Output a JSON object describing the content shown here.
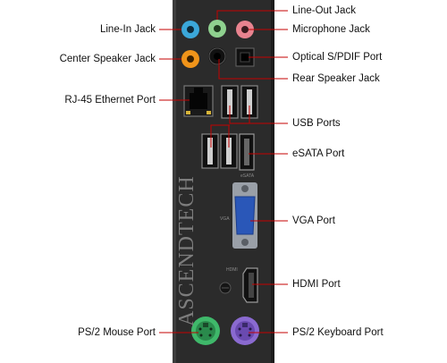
{
  "brand": "ASCENDTECH",
  "panel_markings": {
    "esata_mark": "eSATA",
    "vga_mark": "VGA",
    "hdmi_mark": "HDMI"
  },
  "labels": {
    "line_in": "Line-In Jack",
    "center_speaker": "Center Speaker Jack",
    "rj45": "RJ-45 Ethernet Port",
    "ps2_mouse": "PS/2 Mouse Port",
    "line_out": "Line-Out Jack",
    "microphone": "Microphone Jack",
    "optical": "Optical S/PDIF Port",
    "rear_speaker": "Rear Speaker Jack",
    "usb": "USB Ports",
    "esata": "eSATA Port",
    "vga": "VGA Port",
    "hdmi": "HDMI Port",
    "ps2_keyboard": "PS/2 Keyboard Port"
  },
  "colors": {
    "panel": "#2a2a2a",
    "line_in": "#3ba7d9",
    "line_out": "#8fd18f",
    "microphone": "#e8838f",
    "center_speaker": "#f0941a",
    "rear_speaker": "#1a1a1a",
    "vga_blue": "#2a57b8",
    "ps2_mouse": "#3fb86a",
    "ps2_keyboard": "#8a6ad0",
    "leader": "#c40000"
  }
}
